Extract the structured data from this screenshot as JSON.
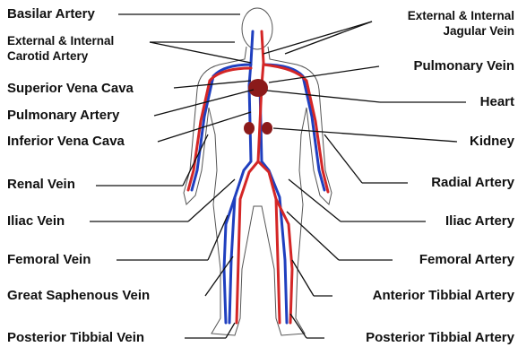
{
  "colors": {
    "artery": "#d42626",
    "vein": "#1f3fbf",
    "outline": "#555555",
    "leader": "#111111",
    "organ": "#8b1a1a"
  },
  "labels_left": {
    "basilar_artery": "Basilar Artery",
    "carotid_line1": "External & Internal",
    "carotid_line2": "Carotid Artery",
    "superior_vena_cava": "Superior Vena Cava",
    "pulmonary_artery": "Pulmonary Artery",
    "inferior_vena_cava": "Inferior Vena Cava",
    "renal_vein": "Renal Vein",
    "iliac_vein": "Iliac Vein",
    "femoral_vein": "Femoral Vein",
    "great_saphenous_vein": "Great Saphenous Vein",
    "posterior_tibbial_vein": "Posterior Tibbial Vein"
  },
  "labels_right": {
    "jugular_line1": "External & Internal",
    "jugular_line2": "Jagular Vein",
    "pulmonary_vein": "Pulmonary  Vein",
    "heart": "Heart",
    "kidney": "Kidney",
    "radial_artery": "Radial Artery",
    "iliac_artery": "Iliac Artery",
    "femoral_artery": "Femoral Artery",
    "anterior_tibbial_artery": "Anterior Tibbial Artery",
    "posterior_tibbial_artery": "Posterior Tibbial Artery"
  }
}
